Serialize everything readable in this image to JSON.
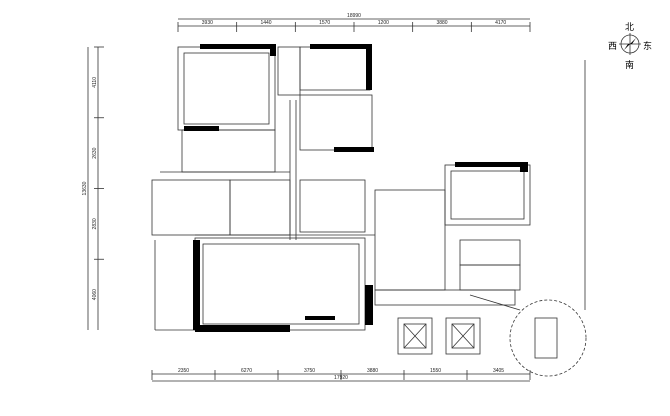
{
  "compass": {
    "north": "北",
    "south": "南",
    "west": "西",
    "east": "东"
  },
  "dimensions": {
    "top_total": "18990",
    "top": [
      "3930",
      "1440",
      "1570",
      "1200",
      "3880",
      "4170"
    ],
    "bottom_total": "17920",
    "bottom": [
      "2350",
      "6270",
      "3750",
      "3880",
      "1550",
      "3405"
    ],
    "left_total": "13630",
    "left": [
      "4110",
      "2630",
      "2830",
      "4060"
    ]
  }
}
